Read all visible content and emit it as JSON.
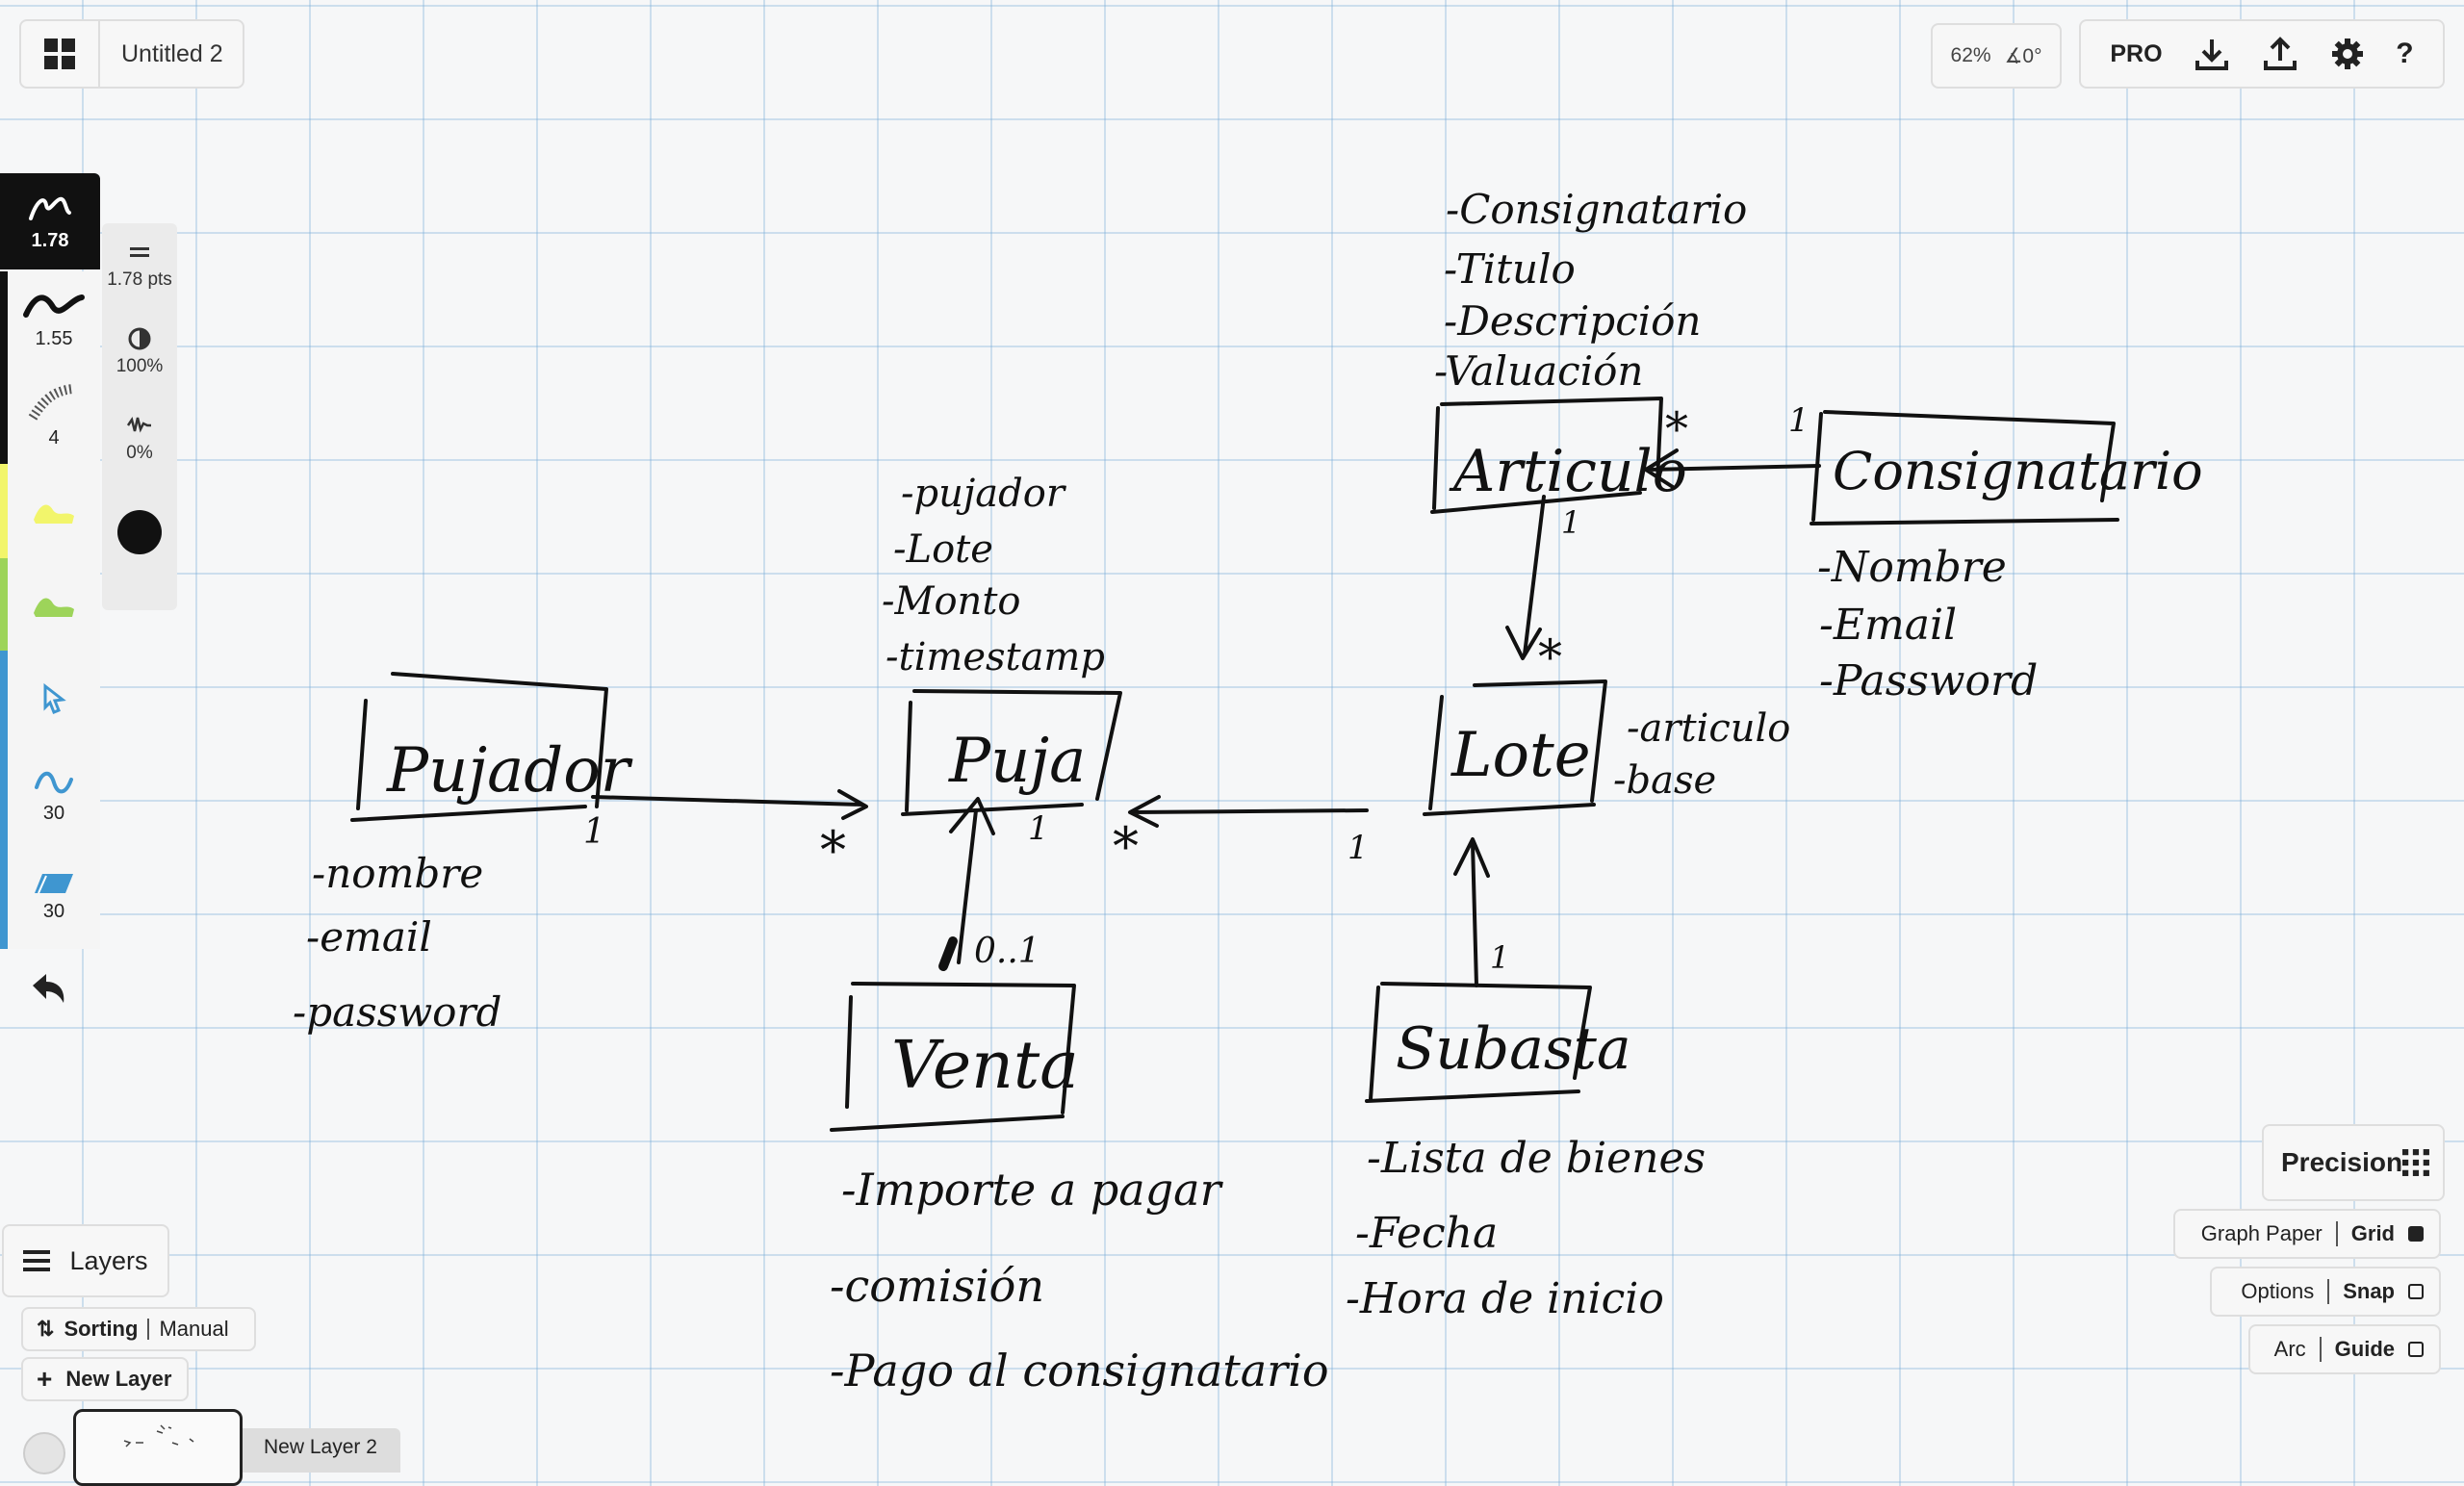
{
  "document": {
    "title": "Untitled 2"
  },
  "view": {
    "zoom": "62%",
    "rotation": "∡0°"
  },
  "toolbar": {
    "pro_label": "PRO",
    "download_icon": "download-icon",
    "upload_icon": "upload-icon",
    "settings_icon": "gear-icon",
    "help_label": "?"
  },
  "tools": [
    {
      "name": "pen-active",
      "value": "1.78",
      "color": "#111111"
    },
    {
      "name": "pen",
      "value": "1.55",
      "color": "#111111"
    },
    {
      "name": "pencil",
      "value": "4",
      "color": "#111111"
    },
    {
      "name": "highlighter-yellow",
      "color": "#f2f56b"
    },
    {
      "name": "highlighter-green",
      "color": "#9dd45a"
    },
    {
      "name": "lasso",
      "color": "#3f96d0"
    },
    {
      "name": "curve",
      "value": "30",
      "color": "#3f96d0"
    },
    {
      "name": "ruler",
      "value": "30",
      "color": "#3f96d0"
    }
  ],
  "properties": {
    "size": "1.78 pts",
    "opacity": "100%",
    "smoothing": "0%",
    "color": "#111111"
  },
  "layers": {
    "button": "Layers",
    "sorting_label": "Sorting",
    "sorting_value": "Manual",
    "new_layer": "New Layer",
    "items": [
      {
        "name": "New Layer 2"
      }
    ]
  },
  "precision": {
    "title": "Precision",
    "chips": [
      {
        "left": "Graph Paper",
        "right": "Grid",
        "checked": true
      },
      {
        "left": "Options",
        "right": "Snap",
        "checked": false
      },
      {
        "left": "Arc",
        "right": "Guide",
        "checked": false
      }
    ]
  },
  "sketch": {
    "texts": [
      "-Consignatario",
      "-Titulo",
      "-Descripción",
      "-Valuación",
      "Articulo",
      "*",
      "1",
      "Consignatario",
      "-Nombre",
      "-Email",
      "-Password",
      "-pujador",
      "-Lote",
      "-Monto",
      "-timestamp",
      "Puja",
      "Pujador",
      "1",
      "*",
      "1",
      "-nombre",
      "-email",
      "-password",
      "Lote",
      "*",
      "-articulo",
      "-base",
      "*",
      "1",
      "0..1",
      "Venta",
      "-Importe a pagar",
      "-comisión",
      "-Pago al consignatario",
      "1",
      "Subasta",
      "-Lista de bienes",
      "-Fecha",
      "-Hora de inicio"
    ]
  }
}
